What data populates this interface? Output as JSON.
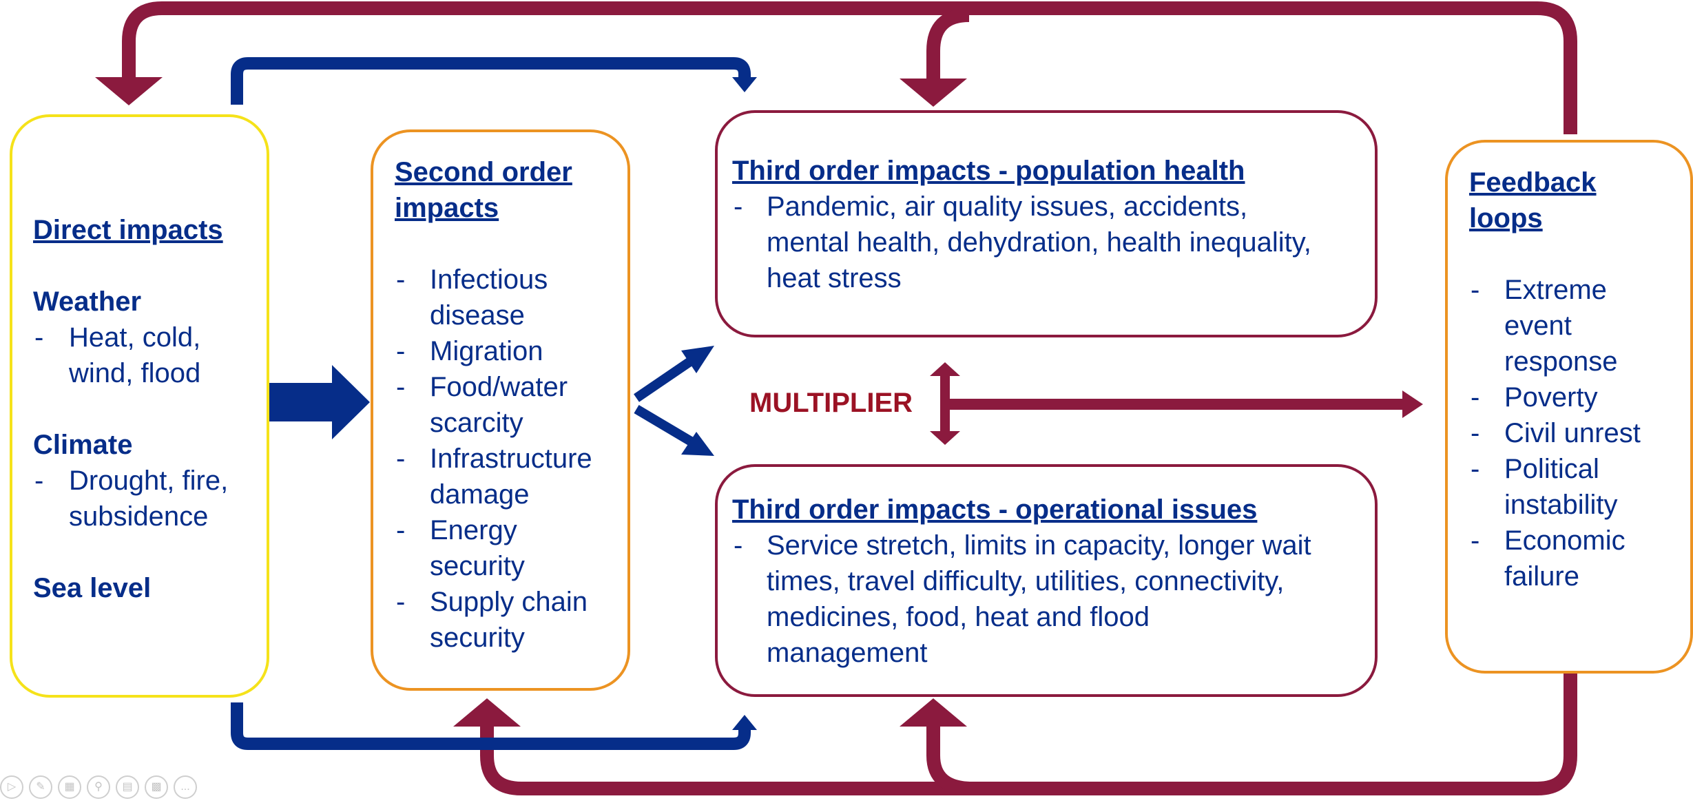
{
  "colors": {
    "navy": "#062d89",
    "maroon": "#8b1a3e",
    "yellow": "#f5e21a",
    "orange": "#ec9322",
    "multiplier": "#9b1224"
  },
  "direct": {
    "title": "Direct impacts",
    "weather_heading": "Weather",
    "weather_items": [
      "Heat, cold,",
      "wind, flood"
    ],
    "climate_heading": "Climate",
    "climate_items": [
      "Drought, fire,",
      "subsidence"
    ],
    "sea_level": "Sea level"
  },
  "second": {
    "title_lines": [
      "Second order",
      "impacts"
    ],
    "items": [
      [
        "Infectious",
        "disease"
      ],
      [
        "Migration"
      ],
      [
        "Food/water",
        "scarcity"
      ],
      [
        "Infrastructure",
        "damage"
      ],
      [
        "Energy",
        "security"
      ],
      [
        "Supply chain",
        "security"
      ]
    ]
  },
  "health": {
    "title": "Third order impacts - population health",
    "lines": [
      "Pandemic, air quality issues, accidents,",
      "mental health, dehydration, health inequality,",
      "heat stress"
    ]
  },
  "operational": {
    "title": "Third order impacts - operational issues",
    "lines": [
      "Service stretch, limits in capacity, longer wait",
      "times, travel difficulty, utilities, connectivity,",
      "medicines, food, heat and flood",
      "management"
    ]
  },
  "multiplier": "MULTIPLIER",
  "feedback": {
    "title_lines": [
      "Feedback",
      "loops"
    ],
    "items": [
      [
        "Extreme",
        "event",
        "response"
      ],
      [
        "Poverty"
      ],
      [
        "Civil unrest"
      ],
      [
        "Political",
        "instability"
      ],
      [
        "Economic",
        "failure"
      ]
    ]
  },
  "dash": "-",
  "toolbar_icons": [
    "play-icon",
    "pen-icon",
    "grid-icon",
    "zoom-icon",
    "subtitles-icon",
    "camera-off-icon",
    "more-icon"
  ],
  "toolbar_more": "..."
}
